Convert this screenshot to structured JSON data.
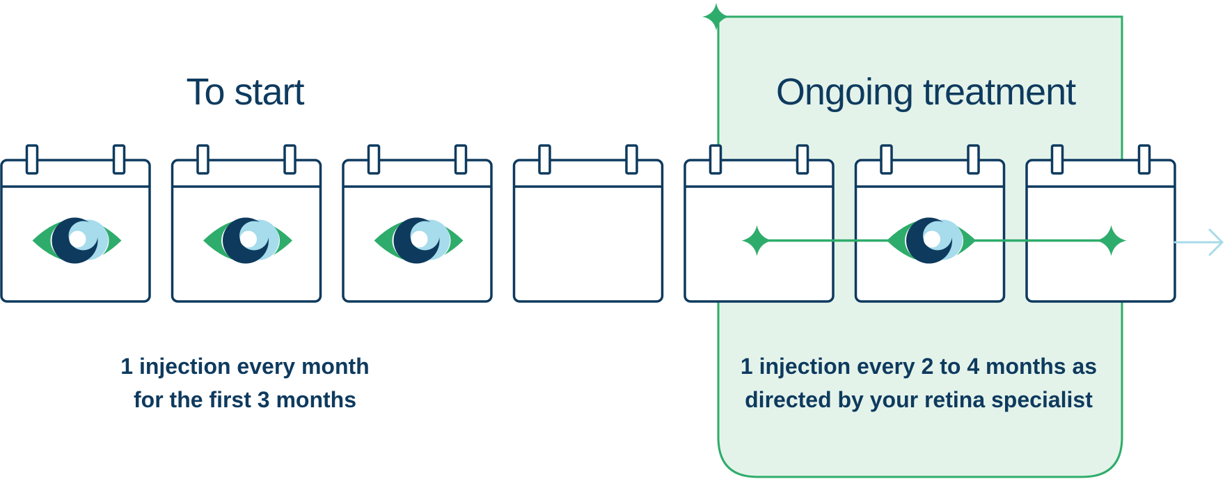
{
  "colors": {
    "navy": "#0e3a5e",
    "green": "#2eac6b",
    "panel_fill": "#e4f3ea",
    "eye_light": "#a6dcec",
    "arrow": "#a8dbe8"
  },
  "sections": {
    "start": {
      "title": "To start",
      "caption_line1": "1 injection every month",
      "caption_line2": "for the first 3 months"
    },
    "ongoing": {
      "title": "Ongoing treatment",
      "caption_line1": "1 injection every 2 to 4 months as",
      "caption_line2": "directed by your retina specialist"
    }
  },
  "timeline": {
    "months": [
      {
        "injection": true
      },
      {
        "injection": true
      },
      {
        "injection": true
      },
      {
        "injection": false
      },
      {
        "injection": false,
        "marker": "sparkle"
      },
      {
        "injection": true
      },
      {
        "injection": false,
        "marker": "sparkle"
      }
    ],
    "continues_arrow": true
  },
  "icons": {
    "calendar": "calendar-icon",
    "eye": "eye-icon",
    "sparkle": "sparkle-icon",
    "arrow": "arrow-right-icon"
  }
}
